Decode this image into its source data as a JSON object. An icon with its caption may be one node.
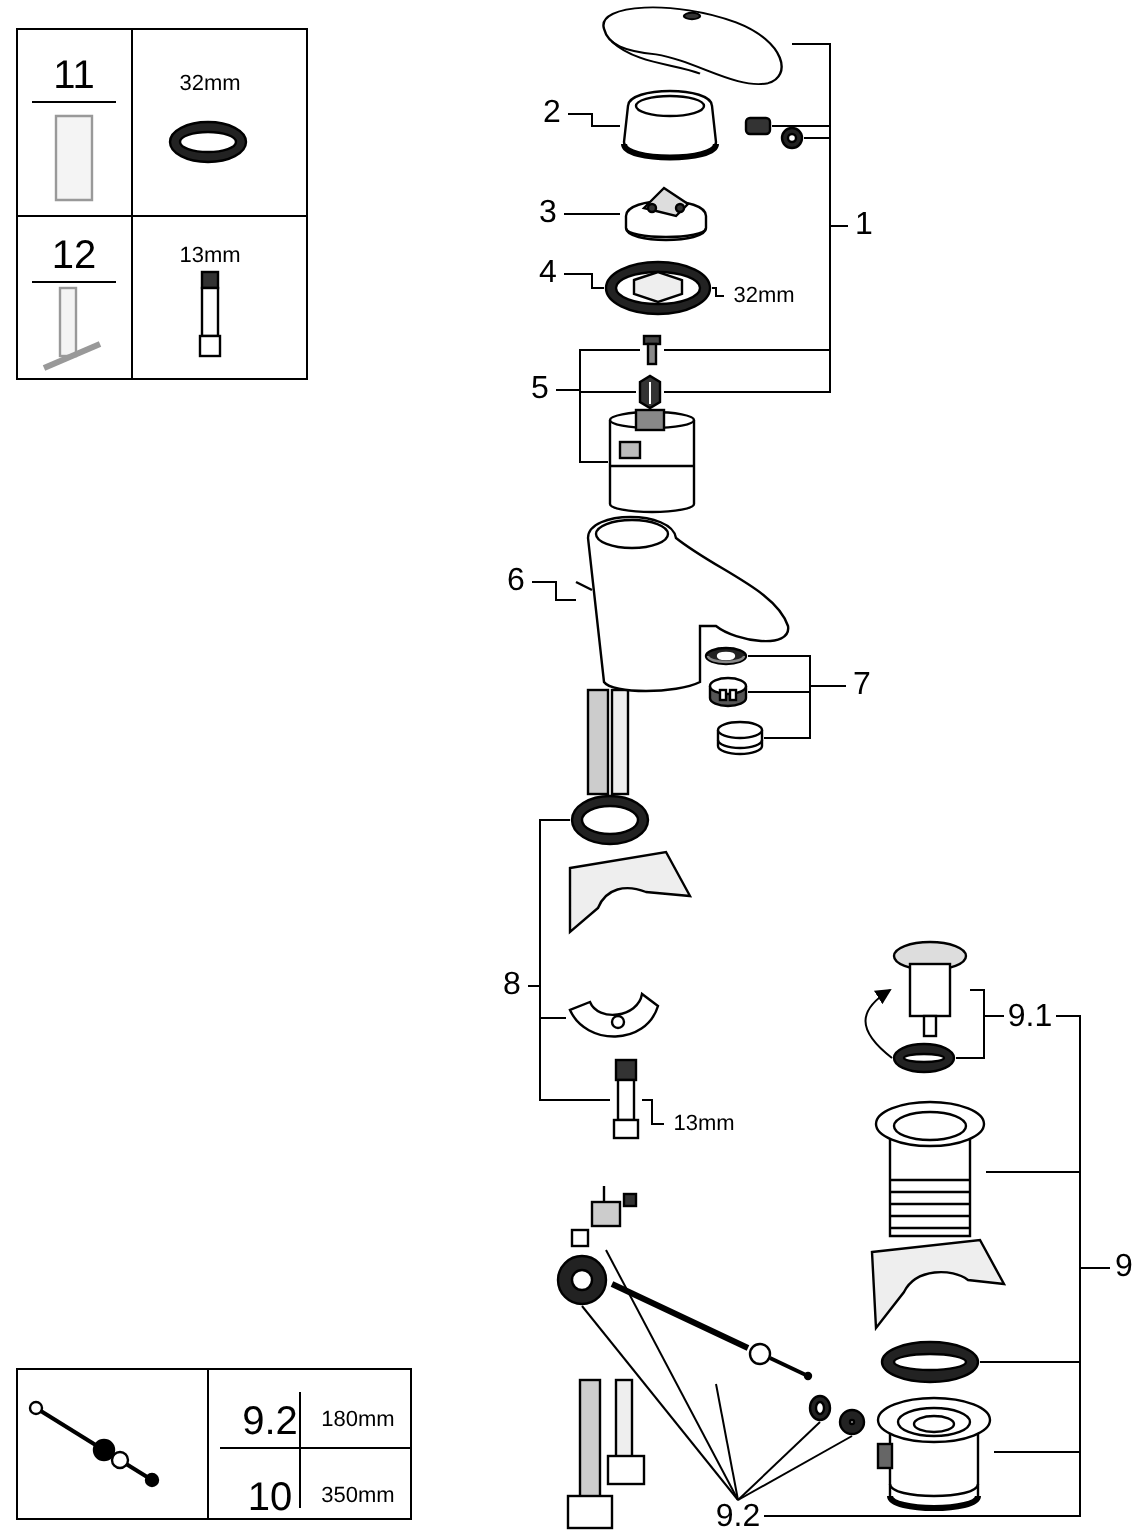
{
  "diagram": {
    "nodes": [
      {
        "text": [
          "1"
        ]
      },
      {
        "text": [
          "2"
        ]
      },
      {
        "text": [
          "3"
        ]
      },
      {
        "text": [
          "4"
        ]
      },
      {
        "text": [
          "32mm"
        ]
      },
      {
        "text": [
          "5"
        ]
      },
      {
        "text": [
          "6"
        ]
      },
      {
        "text": [
          "7"
        ]
      },
      {
        "text": [
          "8"
        ]
      },
      {
        "text": [
          "13mm"
        ]
      },
      {
        "text": [
          "9.1"
        ]
      },
      {
        "text": [
          "9"
        ]
      },
      {
        "text": [
          "9.2"
        ]
      },
      {
        "text": [],
        "shape": "picture"
      },
      {
        "text": [],
        "shape": "box"
      },
      {
        "text": [],
        "shape": "picture"
      },
      {
        "text": [],
        "shape": "picture"
      },
      {
        "text": [],
        "shape": "picture"
      },
      {
        "text": [],
        "shape": "picture"
      },
      {
        "text": [],
        "shape": "picture"
      },
      {
        "text": [],
        "shape": "picture"
      },
      {
        "text": [],
        "shape": "picture"
      },
      {
        "text": [],
        "shape": "picture"
      },
      {
        "text": [],
        "shape": "picture"
      },
      {
        "text": [],
        "shape": "picture"
      },
      {
        "text": [],
        "shape": "picture"
      },
      {
        "text": [],
        "shape": "picture"
      },
      {
        "text": [],
        "shape": "picture"
      },
      {
        "text": [],
        "shape": "picture"
      },
      {
        "text": [],
        "shape": "picture"
      },
      {
        "text": [],
        "shape": "picture"
      },
      {
        "text": [],
        "shape": "picture"
      },
      {
        "text": [],
        "shape": "picture"
      },
      {
        "text": [],
        "shape": "picture"
      },
      {
        "text": [],
        "shape": "picture"
      },
      {
        "text": [],
        "shape": "picture"
      },
      {
        "text": [],
        "shape": "picture"
      },
      {
        "text": [],
        "shape": "picture"
      },
      {
        "text": [],
        "shape": "picture"
      }
    ],
    "edges": [
      {
        "from": 0,
        "to": 13,
        "arrow": "none"
      },
      {
        "from": 0,
        "to": 14,
        "arrow": "none"
      },
      {
        "from": 0,
        "to": 15,
        "arrow": "none"
      },
      {
        "from": 0,
        "to": 19,
        "arrow": "none"
      },
      {
        "from": 0,
        "to": 20,
        "arrow": "none"
      },
      {
        "from": 1,
        "to": 16,
        "arrow": "none"
      },
      {
        "from": 2,
        "to": 17,
        "arrow": "none"
      },
      {
        "from": 3,
        "to": 18,
        "arrow": "none"
      },
      {
        "from": 4,
        "to": 18,
        "arrow": "none"
      },
      {
        "from": 5,
        "to": 19,
        "arrow": "none"
      },
      {
        "from": 5,
        "to": 20,
        "arrow": "none"
      },
      {
        "from": 5,
        "to": 21,
        "arrow": "none"
      },
      {
        "from": 6,
        "to": 22,
        "arrow": "none"
      },
      {
        "from": 7,
        "to": 23,
        "arrow": "none"
      },
      {
        "from": 7,
        "to": 24,
        "arrow": "none"
      },
      {
        "from": 7,
        "to": 25,
        "arrow": "none"
      },
      {
        "from": 8,
        "to": 26,
        "arrow": "none"
      },
      {
        "from": 8,
        "to": 27,
        "arrow": "none"
      },
      {
        "from": 8,
        "to": 28,
        "arrow": "none"
      },
      {
        "from": 9,
        "to": 28,
        "arrow": "none"
      },
      {
        "from": 10,
        "to": 29,
        "arrow": "none"
      },
      {
        "from": 10,
        "to": 30,
        "arrow": "none"
      },
      {
        "from": 30,
        "to": 29,
        "arrow": "to"
      },
      {
        "from": 11,
        "to": 10,
        "arrow": "none"
      },
      {
        "from": 11,
        "to": 31,
        "arrow": "none"
      },
      {
        "from": 11,
        "to": 32,
        "arrow": "none"
      },
      {
        "from": 11,
        "to": 33,
        "arrow": "none"
      },
      {
        "from": 11,
        "to": 12,
        "arrow": "none"
      },
      {
        "from": 12,
        "to": 34,
        "arrow": "none"
      },
      {
        "from": 12,
        "to": 35,
        "arrow": "none"
      },
      {
        "from": 12,
        "to": 36,
        "arrow": "none"
      },
      {
        "from": 12,
        "to": 37,
        "arrow": "none"
      },
      {
        "from": 12,
        "to": 38,
        "arrow": "none"
      }
    ],
    "labels": [
      "11",
      "32mm",
      "12",
      "13mm",
      "9.2",
      "180mm",
      "10",
      "350mm"
    ]
  }
}
